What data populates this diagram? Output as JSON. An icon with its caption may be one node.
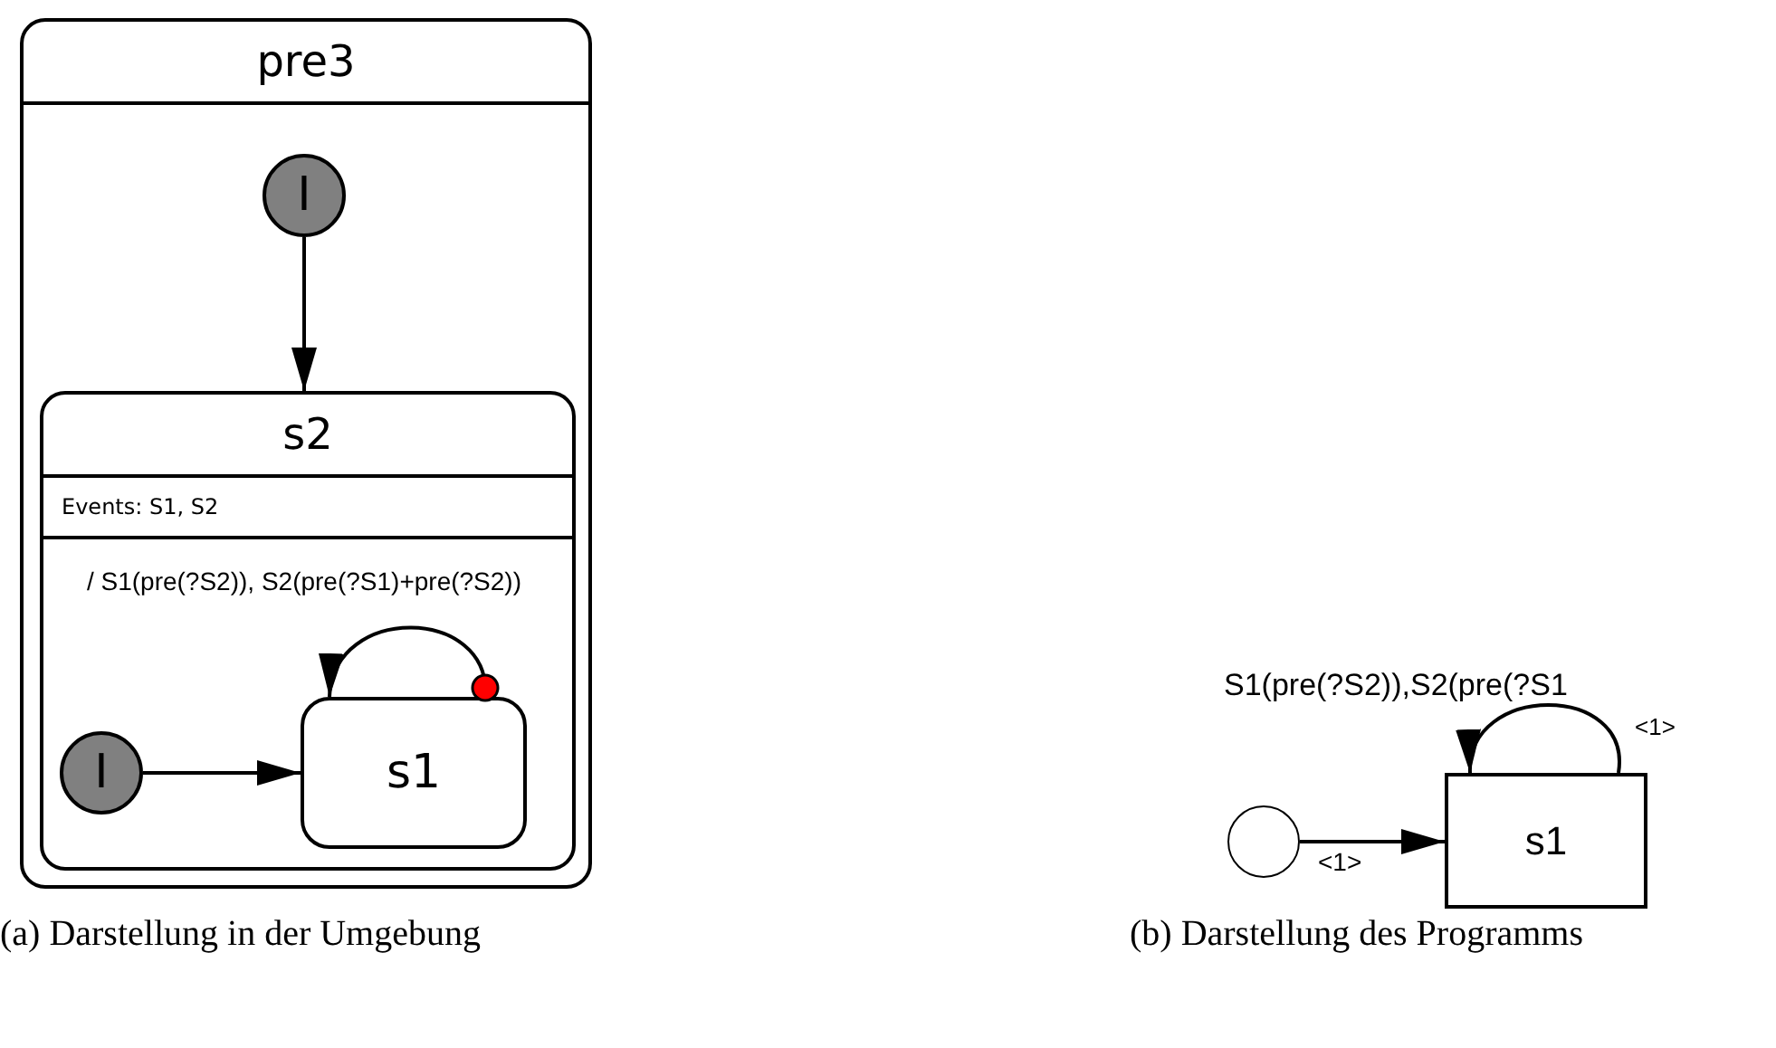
{
  "diagram": {
    "nodes": [
      {
        "text": [
          "pre3"
        ]
      },
      {
        "text": [
          "I"
        ],
        "in": 0
      },
      {
        "text": [
          "s2",
          "Events: S1, S2"
        ],
        "in": 0
      },
      {
        "text": [
          "I"
        ],
        "in": 2
      },
      {
        "text": [
          "s1"
        ],
        "in": 2
      },
      {
        "text": [],
        "shape": "circle"
      },
      {
        "text": [
          "s1"
        ]
      }
    ],
    "edges": [
      {
        "from": 1,
        "to": 2,
        "arrow": "to"
      },
      {
        "from": 3,
        "to": 4,
        "arrow": "to"
      },
      {
        "from": 4,
        "to": 4,
        "arrow": "to",
        "label": "/ S1(pre(?S2)), S2(pre(?S1)+pre(?S2))"
      },
      {
        "from": 5,
        "to": 6,
        "arrow": "to",
        "label": "<1>"
      },
      {
        "from": 6,
        "to": 6,
        "arrow": "to",
        "label": "S1(pre(?S2)),S2(pre(?S1"
      }
    ],
    "labels": [
      "<1>",
      "(a) Darstellung in der Umgebung",
      "(b) Darstellung des Programms"
    ]
  }
}
